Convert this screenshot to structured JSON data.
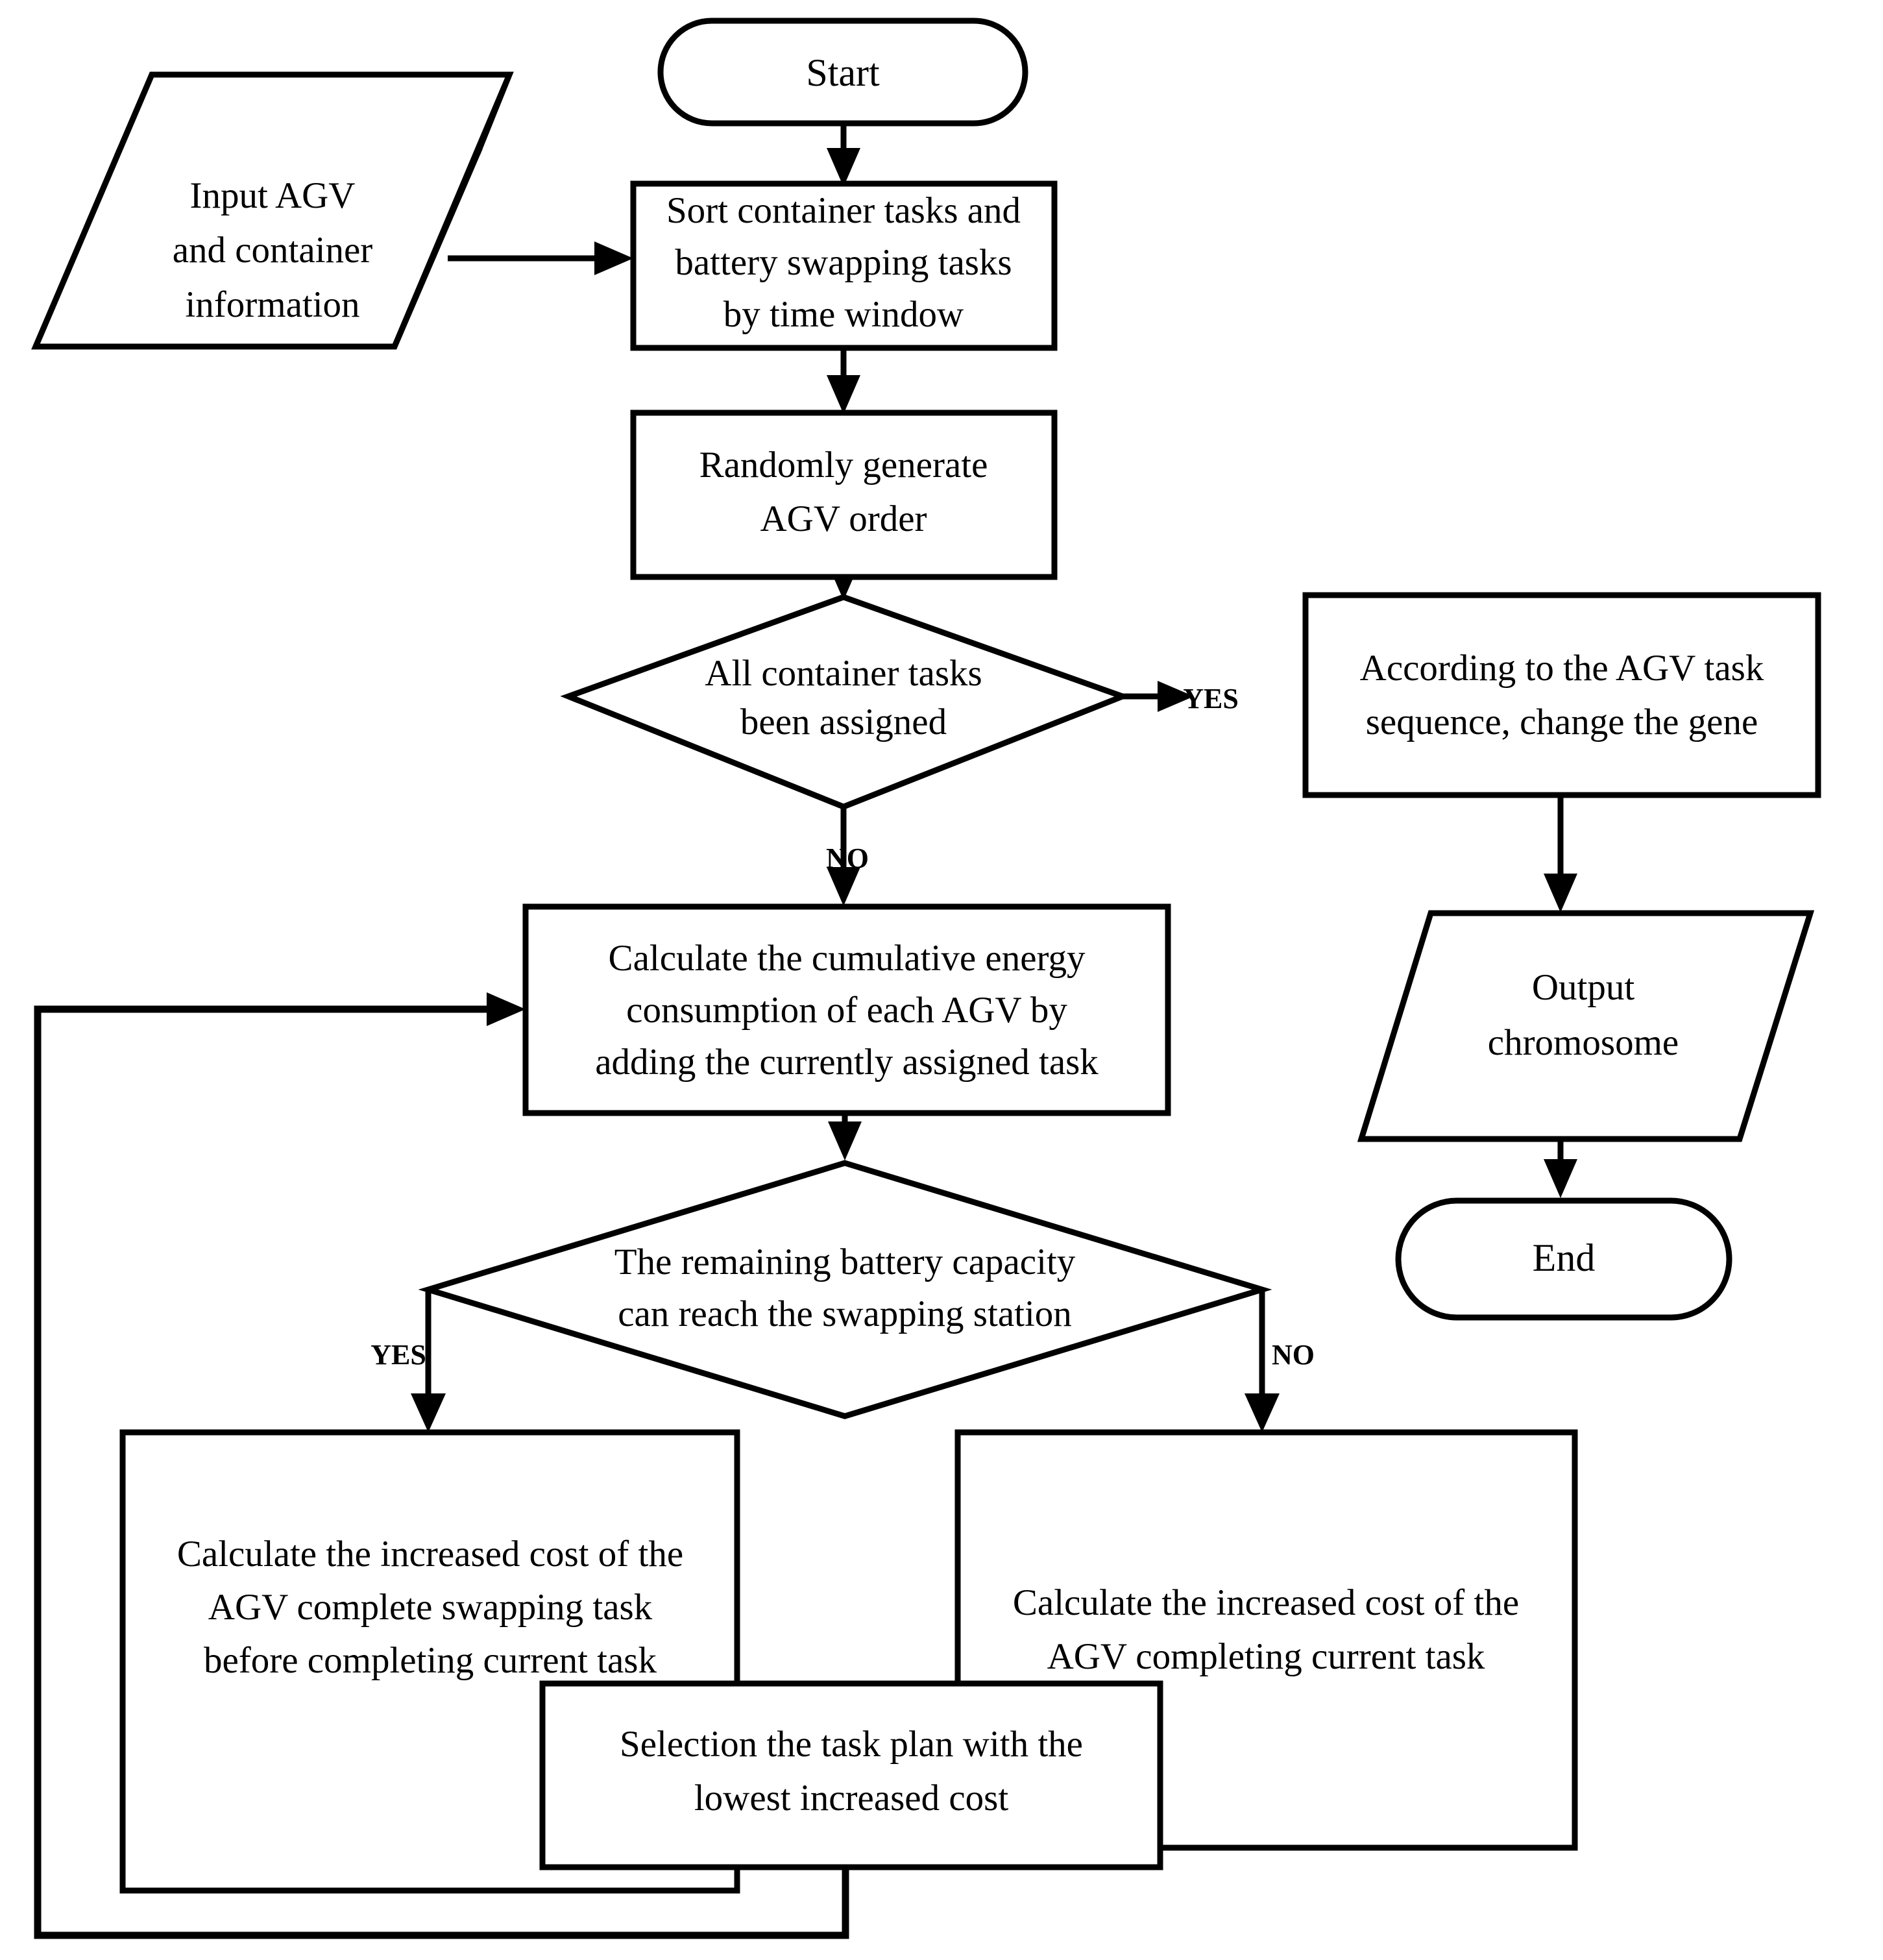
{
  "diagram": {
    "title": "AGV task assignment and battery swapping chromosome generation flowchart",
    "background_color": "#ffffff",
    "line_color": "#000000",
    "nodes": {
      "start": {
        "shape": "terminator",
        "label": "Start"
      },
      "input_info": {
        "shape": "parallelogram",
        "lines": [
          "Input AGV",
          "and container",
          "information"
        ]
      },
      "sort_tasks": {
        "shape": "process",
        "lines": [
          "Sort container tasks and",
          "battery swapping tasks",
          "by time window"
        ]
      },
      "random_order": {
        "shape": "process",
        "lines": [
          "Randomly generate",
          "AGV order"
        ]
      },
      "all_assigned": {
        "shape": "decision",
        "lines": [
          "All container tasks",
          "been assigned"
        ]
      },
      "change_gene": {
        "shape": "process",
        "lines": [
          "According to the AGV task",
          "sequence, change the gene"
        ]
      },
      "output_chromosome": {
        "shape": "parallelogram",
        "lines": [
          "Output",
          "chromosome"
        ]
      },
      "end": {
        "shape": "terminator",
        "label": "End"
      },
      "calc_energy": {
        "shape": "process",
        "lines": [
          "Calculate the cumulative energy",
          "consumption of each AGV by",
          "adding the currently assigned task"
        ]
      },
      "battery_check": {
        "shape": "decision",
        "lines": [
          "The remaining battery capacity",
          "can reach the swapping station"
        ]
      },
      "calc_cost_swap": {
        "shape": "process",
        "lines": [
          "Calculate the increased cost of the",
          "AGV complete swapping task",
          "before completing current task"
        ]
      },
      "calc_cost_current": {
        "shape": "process",
        "lines": [
          "Calculate the increased cost of the",
          "AGV completing current task"
        ]
      },
      "select_plan": {
        "shape": "process",
        "lines": [
          "Selection the task plan with the",
          "lowest increased cost"
        ]
      }
    },
    "branch_labels": {
      "all_assigned_yes": "YES",
      "all_assigned_no": "NO",
      "battery_yes": "YES",
      "battery_no": "NO"
    },
    "edges": [
      {
        "from": "start",
        "to": "sort_tasks",
        "label": ""
      },
      {
        "from": "input_info",
        "to": "sort_tasks",
        "label": ""
      },
      {
        "from": "sort_tasks",
        "to": "random_order",
        "label": ""
      },
      {
        "from": "random_order",
        "to": "all_assigned",
        "label": ""
      },
      {
        "from": "all_assigned",
        "to": "change_gene",
        "label": "YES"
      },
      {
        "from": "all_assigned",
        "to": "calc_energy",
        "label": "NO"
      },
      {
        "from": "change_gene",
        "to": "output_chromosome",
        "label": ""
      },
      {
        "from": "output_chromosome",
        "to": "end",
        "label": ""
      },
      {
        "from": "calc_energy",
        "to": "battery_check",
        "label": ""
      },
      {
        "from": "battery_check",
        "to": "calc_cost_swap",
        "label": "YES"
      },
      {
        "from": "battery_check",
        "to": "calc_cost_current",
        "label": "NO"
      },
      {
        "from": "calc_cost_swap",
        "to": "select_plan",
        "label": ""
      },
      {
        "from": "calc_cost_current",
        "to": "select_plan",
        "label": ""
      },
      {
        "from": "select_plan",
        "to": "calc_energy",
        "label": ""
      }
    ]
  }
}
